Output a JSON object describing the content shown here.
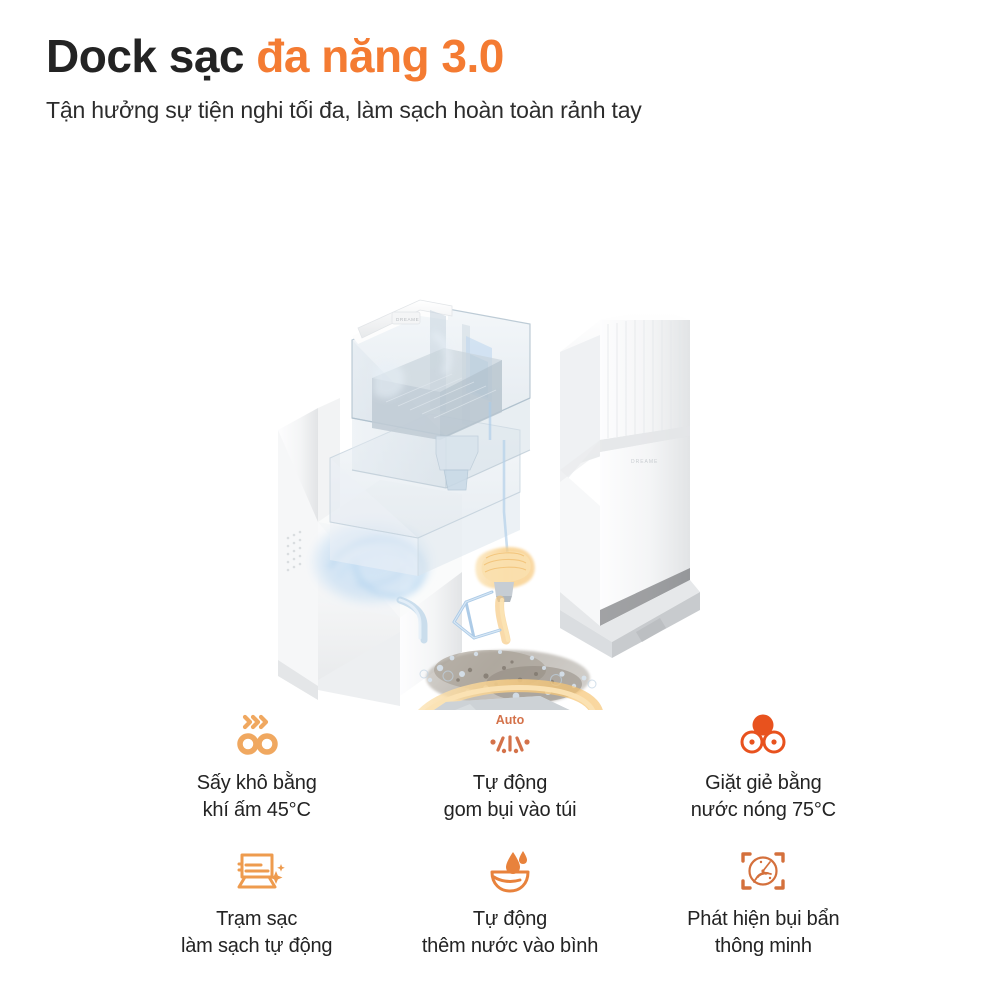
{
  "header": {
    "title_part1": "Dock sạc ",
    "title_part2": "đa năng 3.0",
    "subtitle": "Tận hưởng sự tiện nghi tối đa, làm sạch hoàn toàn rảnh tay",
    "accent_color": "#F47B32",
    "title_color": "#232323"
  },
  "hero": {
    "alt": "Exploded view render of robot vacuum charging dock showing water tank, dust bag compartment, mop washing tray and base plate",
    "colors": {
      "body_white": "#FFFFFF",
      "body_shadow": "#E3E5E7",
      "tank_glass": "#DCE4EA",
      "airflow_blue": "#BBD7EE",
      "heat_orange": "#F5C98A",
      "dirt_gray": "#9A9288",
      "base_gray": "#C9CCCF"
    }
  },
  "features": [
    {
      "icon": "heat-dry-icon",
      "icon_color": "#F0A860",
      "badge": "",
      "label": "Sấy khô bằng\nkhí ấm 45°C"
    },
    {
      "icon": "auto-dust-collect-icon",
      "icon_color": "#D4724A",
      "badge": "Auto",
      "label": "Tự động\ngom bụi vào túi"
    },
    {
      "icon": "hot-water-wash-icon",
      "icon_color": "#E8521E",
      "badge": "",
      "label": "Giặt giẻ bằng\nnước nóng 75°C"
    },
    {
      "icon": "self-clean-dock-icon",
      "icon_color": "#EE9B4E",
      "badge": "",
      "label": "Trạm sạc\nlàm sạch tự động"
    },
    {
      "icon": "auto-water-refill-icon",
      "icon_color": "#E8823C",
      "badge": "",
      "label": "Tự động\nthêm nước vào bình"
    },
    {
      "icon": "dirt-detection-scan-icon",
      "icon_color": "#D4703C",
      "badge": "",
      "label": "Phát hiện bụi bẩn\nthông minh"
    }
  ]
}
